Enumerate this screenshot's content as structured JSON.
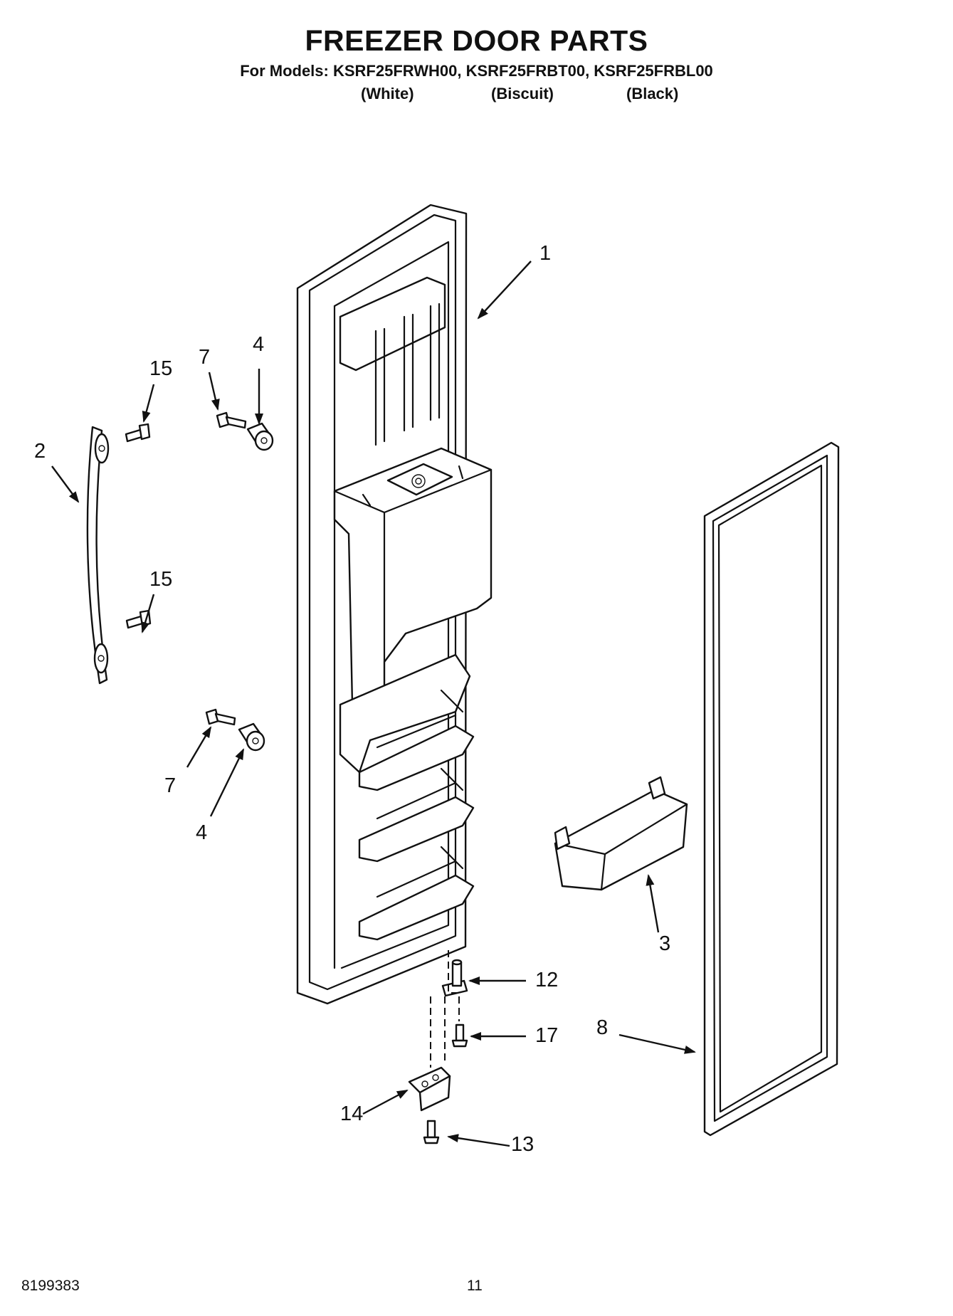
{
  "header": {
    "title": "FREEZER DOOR PARTS",
    "models_line": "For Models: KSRF25FRWH00, KSRF25FRBT00, KSRF25FRBL00",
    "variants": [
      "(White)",
      "(Biscuit)",
      "(Black)"
    ]
  },
  "callouts": [
    "1",
    "15",
    "7",
    "4",
    "2",
    "15",
    "7",
    "4",
    "3",
    "12",
    "17",
    "8",
    "14",
    "13"
  ],
  "parts": [
    "door-assembly",
    "handle",
    "handle-screw",
    "shoulder-screw",
    "handle-spacer",
    "door-bin",
    "hinge-pin",
    "hinge-screw",
    "hinge-bracket",
    "bracket-screw",
    "door-gasket"
  ],
  "footer": {
    "doc_number": "8199383",
    "page_number": "11"
  }
}
